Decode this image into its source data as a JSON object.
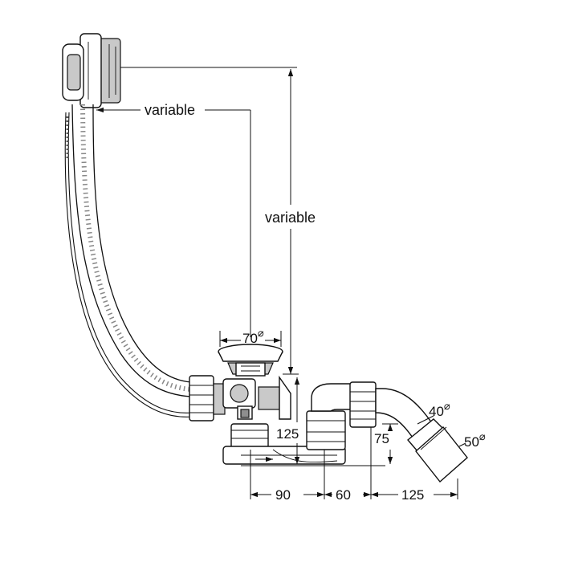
{
  "dimensions": {
    "top_horizontal": "variable",
    "vertical_height": "variable",
    "waste_diameter": "70",
    "height_125": "125",
    "trap_height": "75",
    "outlet_outer_diameter": "40",
    "outlet_pipe_diameter": "50",
    "offset_90": "90",
    "offset_60": "60",
    "offset_125": "125",
    "diameter_symbol": "⌀"
  },
  "colors": {
    "line": "#111111",
    "shade": "#c9c9c9",
    "dark_shade": "#8e8e8e"
  }
}
